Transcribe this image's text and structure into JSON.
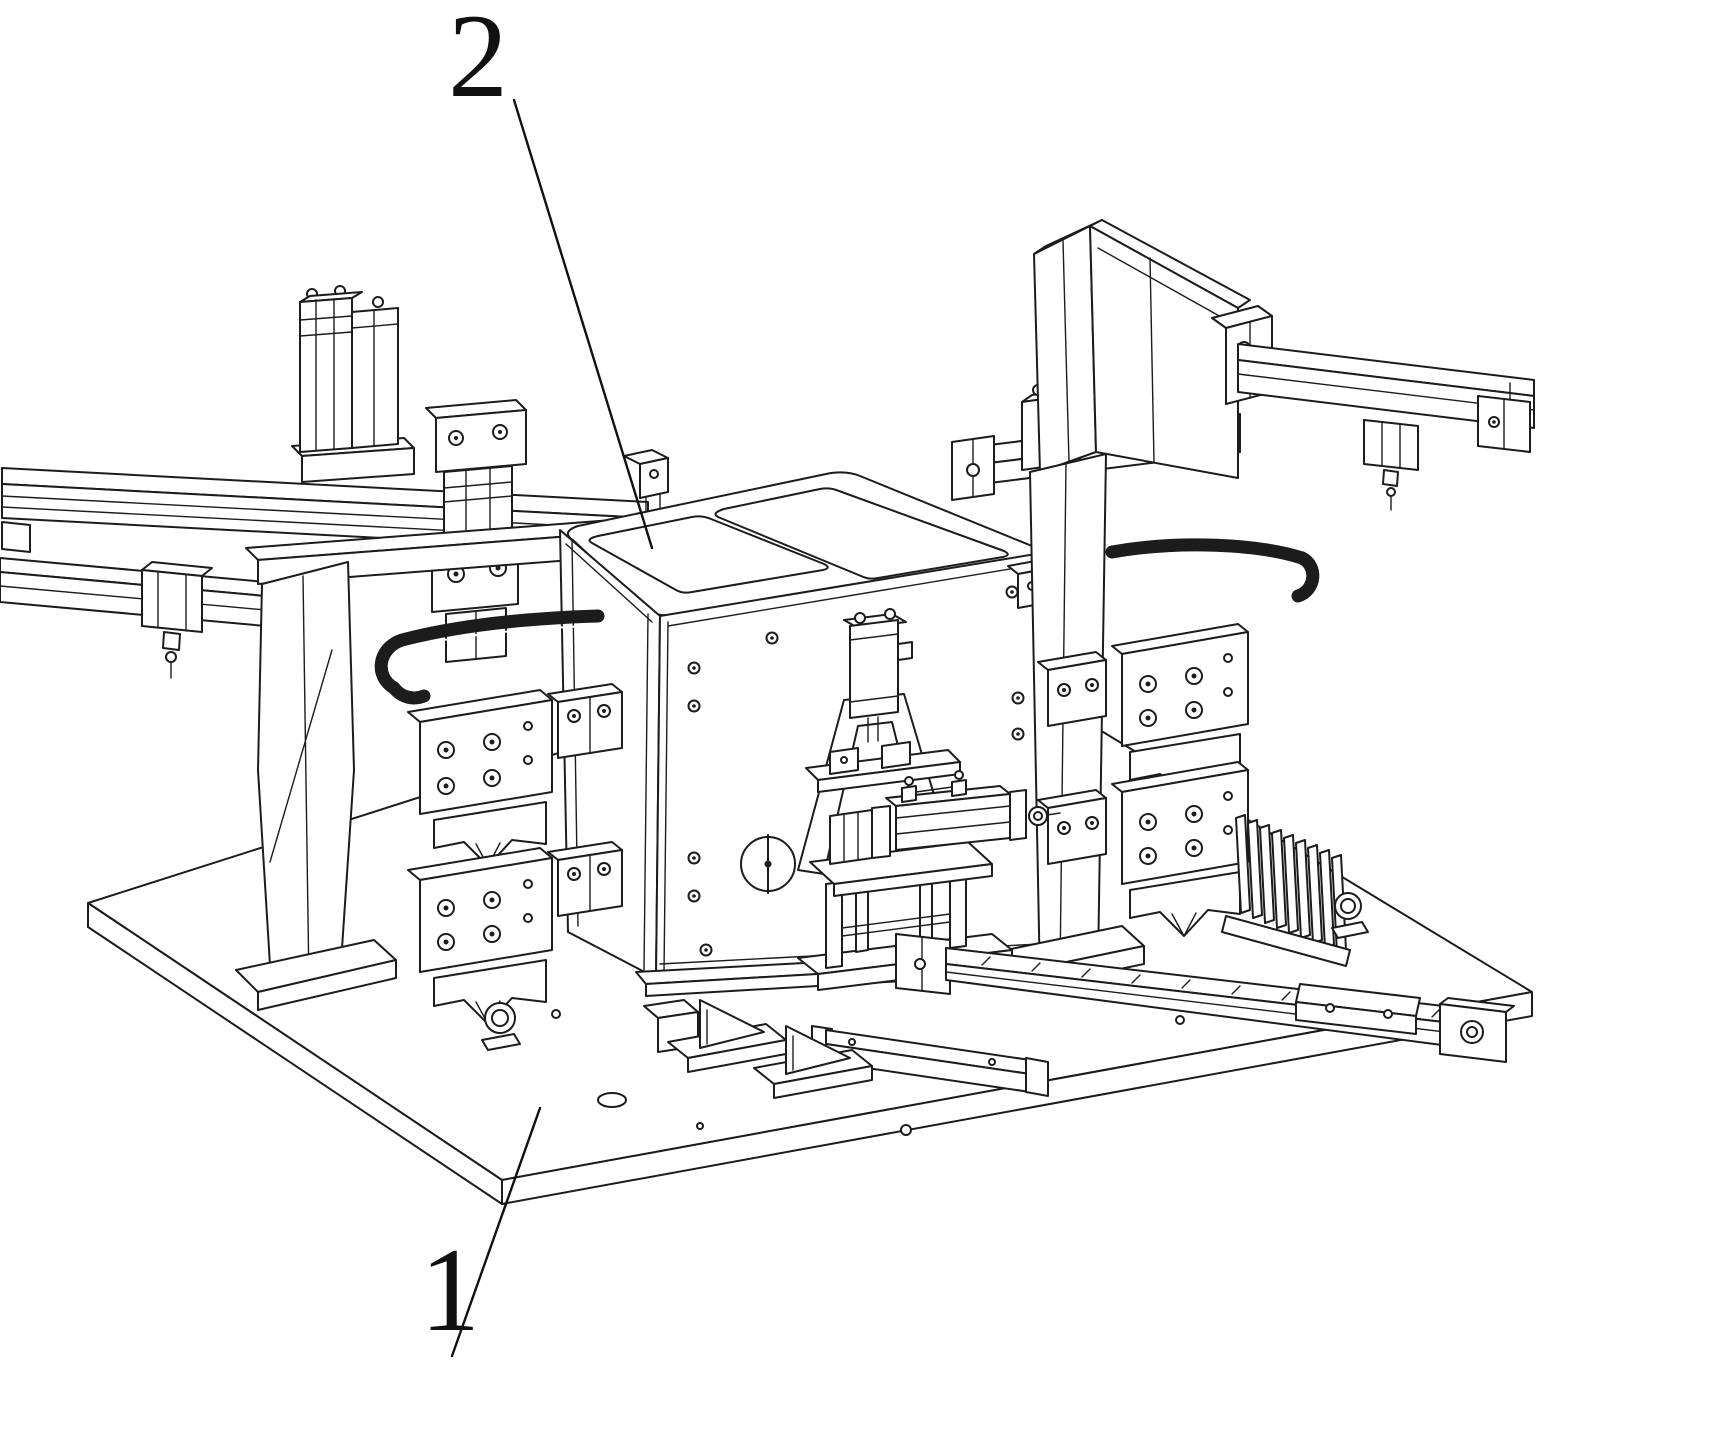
{
  "figure": {
    "background_color": "#ffffff",
    "line_color": "#1c1c1c",
    "callouts": [
      {
        "label": "2",
        "points_to": "top-cover-enclosure"
      },
      {
        "label": "1",
        "points_to": "base-plate"
      }
    ]
  }
}
